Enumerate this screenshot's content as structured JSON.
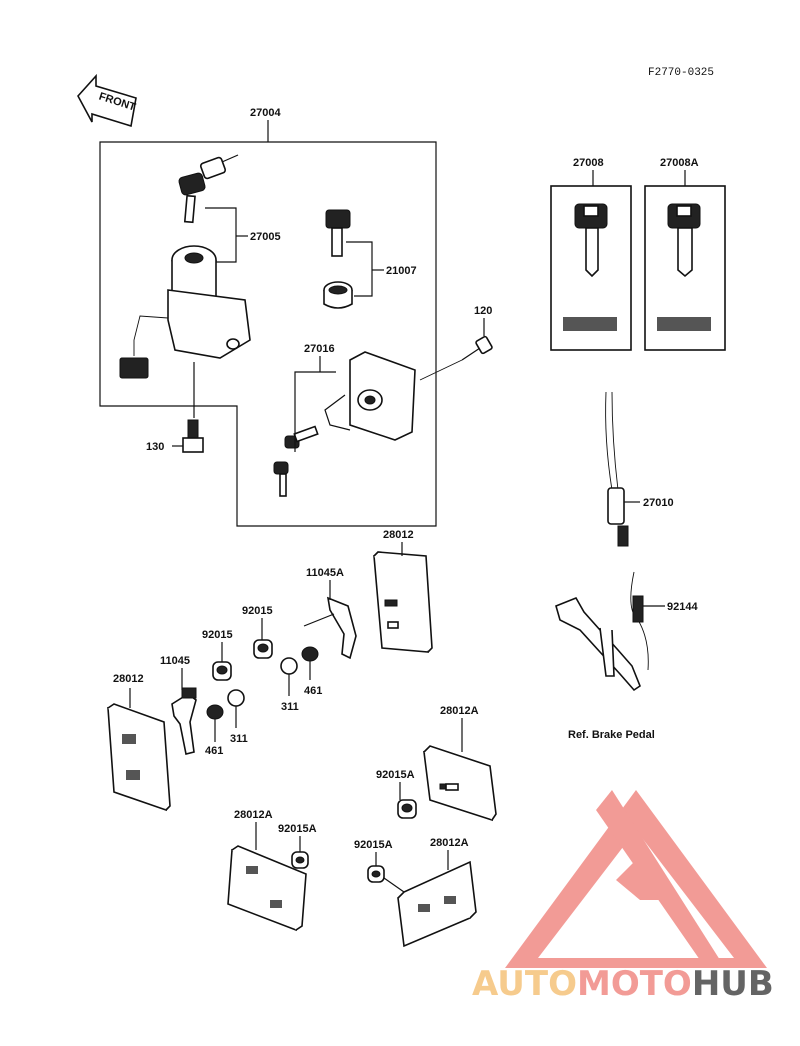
{
  "diagram": {
    "figure_code": "F2770-0325",
    "front_arrow_text": "FRONT",
    "labels": {
      "p27004": "27004",
      "p27005": "27005",
      "p21007": "21007",
      "p120": "120",
      "p27016": "27016",
      "p130": "130",
      "p27008": "27008",
      "p27008A": "27008A",
      "p27010": "27010",
      "p28012_top": "28012",
      "p11045A": "11045A",
      "p92015_a": "92015",
      "p92015_b": "92015",
      "p11045": "11045",
      "p28012_left": "28012",
      "p461_a": "461",
      "p311_a": "311",
      "p461_b": "461",
      "p311_b": "311",
      "p92144": "92144",
      "ref_brake_pedal": "Ref. Brake Pedal",
      "p28012A_right": "28012A",
      "p92015A_mid": "92015A",
      "p28012A_bl": "28012A",
      "p92015A_bl": "92015A",
      "p92015A_br": "92015A",
      "p28012A_br": "28012A"
    }
  },
  "watermark": {
    "brand_part1": "AUTO",
    "brand_part2": "MOTO",
    "brand_part3": "HUB",
    "color_primary": "#f08a84",
    "color_secondary": "#f5c27a",
    "color_dark": "#4a4a4a"
  }
}
